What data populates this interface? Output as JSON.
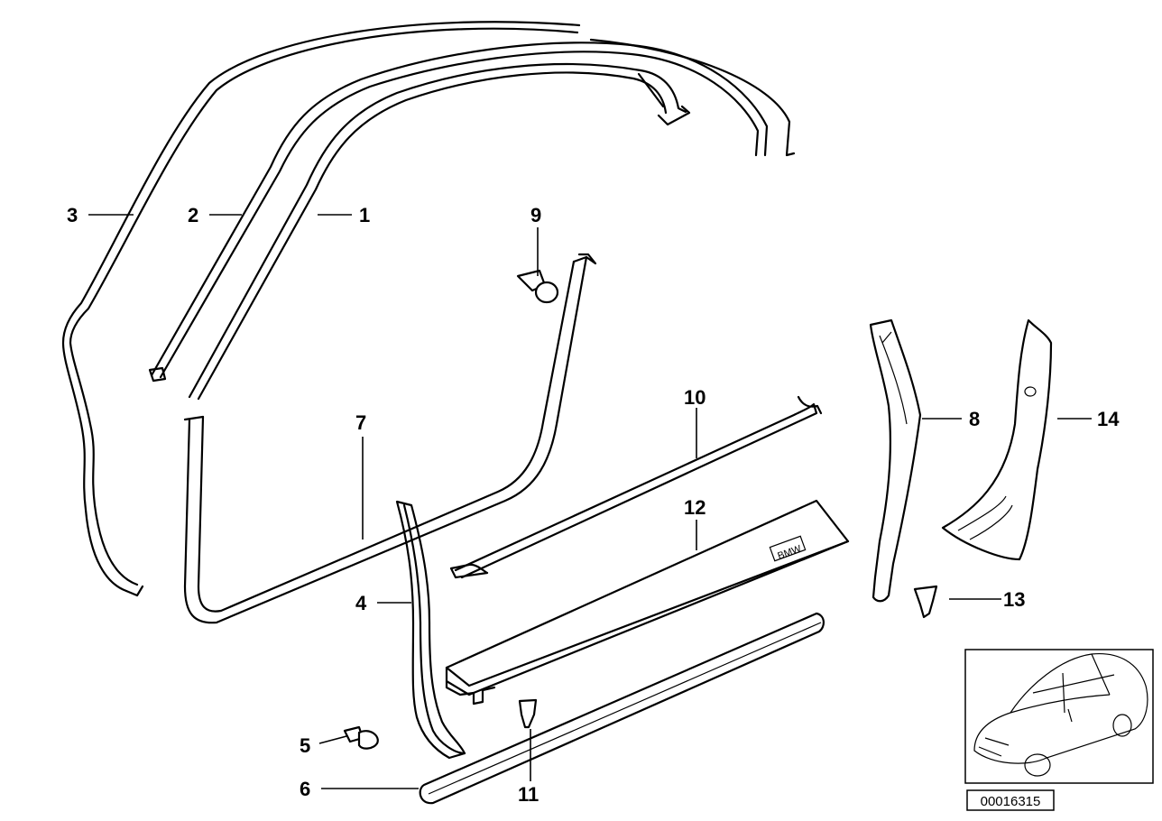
{
  "callouts": [
    "1",
    "2",
    "3",
    "4",
    "5",
    "6",
    "7",
    "8",
    "9",
    "10",
    "11",
    "12",
    "13",
    "14"
  ],
  "emblem_text": "BMW",
  "reference_number": "00016315"
}
